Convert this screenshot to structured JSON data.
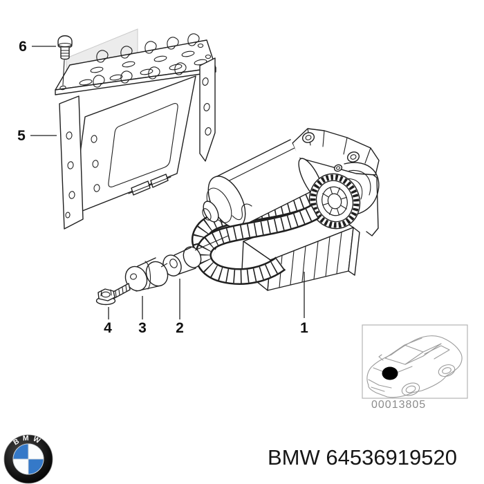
{
  "diagram": {
    "part_labels": {
      "p1": "1",
      "p2": "2",
      "p3": "3",
      "p4": "4",
      "p5": "5",
      "p6": "6"
    },
    "thumbnail_code": "00013805"
  },
  "footer": {
    "logo_text": "BMW",
    "title": "BMW 64536919520"
  },
  "colors": {
    "ink": "#1f1f1f",
    "shade_gray": "#ececec",
    "thumb_gray": "#9a9a9a",
    "code_gray": "#8b8b8b",
    "logo_blue": "#3579c8",
    "logo_ring": "#101010",
    "background": "#ffffff"
  }
}
